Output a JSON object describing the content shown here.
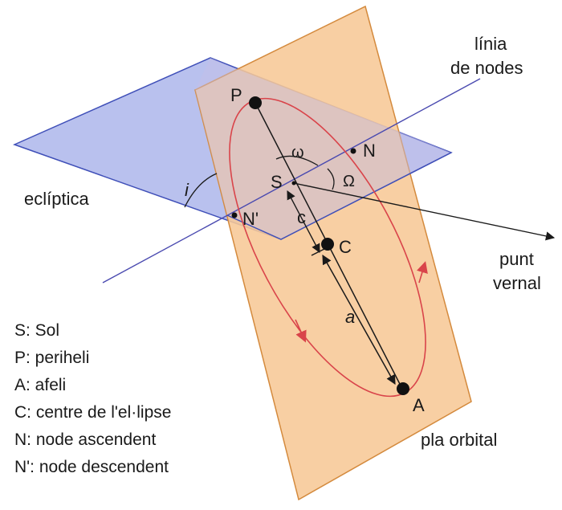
{
  "labels": {
    "linia_nodes_1": "línia",
    "linia_nodes_2": "de nodes",
    "ecliptica": "eclíptica",
    "punt_vernal_1": "punt",
    "punt_vernal_2": "vernal",
    "pla_orbital": "pla orbital",
    "P": "P",
    "S": "S",
    "C": "C",
    "A": "A",
    "N": "N",
    "N_prime": "N'",
    "omega_small": "ω",
    "Omega": "Ω",
    "i": "i",
    "c": "c",
    "a": "a"
  },
  "legend": [
    "S: Sol",
    "P: periheli",
    "A: afeli",
    "C: centre de l'el·lipse",
    "N: node ascendent",
    "N': node descendent"
  ],
  "colors": {
    "ecliptic_plane": "#b9c1ee",
    "ecliptic_edge": "#3f4fb8",
    "orbital_plane": "#f7c896",
    "orbital_edge": "#d48a3d",
    "orbit": "#d9444a",
    "lines": "#1a1a1a",
    "node_line": "#4a4ab0"
  }
}
